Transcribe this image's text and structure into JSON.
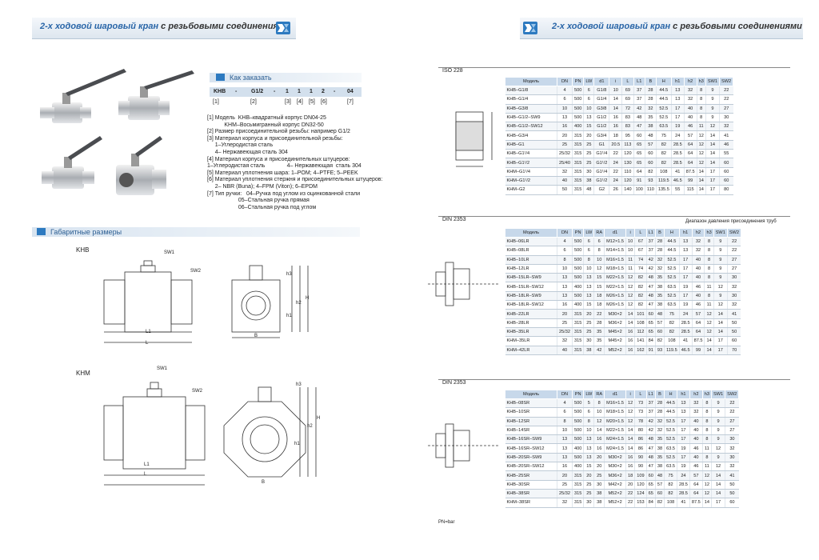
{
  "header": {
    "title_italic": "2-х ходовой шаровый кран",
    "title_rest": "с резьбовыми соединениями"
  },
  "order": {
    "heading": "Как заказать",
    "codes": [
      "KHB",
      "-",
      "G1/2",
      "-",
      "1",
      "1",
      "1",
      "2",
      "-",
      "04"
    ],
    "numbers": [
      "[1]",
      "[2]",
      "[3]",
      "[4]",
      "[5]",
      "[6]",
      "[7]"
    ],
    "legend": "[1] Модель  KHB–квадратный корпус DN04-25\n           KHM–Восьмигранный корпус DN32-50\n[2] Размер присоединительной резьбы: например G1/2\n[3] Материал корпуса и присоединительной резьбы:\n     1–Углеродистая сталь\n     4– Нержавеющая сталь 304\n[4] Материал корпуса и присоединительных штуцеров:\n1–Углеродистая сталь              4– Нержавеющая  сталь 304\n[5] Материал уплотнения шара: 1–POM; 4–PTFE; 5–PEEK\n[6] Материал уплотнения стержня и присоединительных штуцеров:\n     2– NBR (Buna); 4–FPM (Viton); 6–EPDM\n[7] Тип ручки:   04–Ручка под углом из оцинкованной стали\n                    05–Стальная ручка прямая\n                    06–Стальная ручка под углом"
  },
  "dims": {
    "heading": "Габаритные размеры",
    "khb": "KHB",
    "khm": "KHM",
    "labels": {
      "sw1": "SW1",
      "sw2": "SW2",
      "l1": "L1",
      "l": "L",
      "b": "B",
      "h": "H",
      "h1": "h1",
      "h2": "h2",
      "h3": "h3"
    }
  },
  "right": {
    "iso_label": "ISO 228",
    "din1_label": "DIN 2353",
    "din2_label": "DIN 2353",
    "pressure_note": "Диапазон давления присоединения труб",
    "pn_note": "PN=bar",
    "table_iso": {
      "headers": [
        "Модель",
        "DN",
        "PN",
        "LW",
        "d1",
        "i",
        "L",
        "L1",
        "B",
        "H",
        "h1",
        "h2",
        "h3",
        "SW1",
        "SW2"
      ],
      "rows": [
        [
          "KHB–G1/8",
          "4",
          "500",
          "6",
          "G1/8",
          "10",
          "69",
          "37",
          "28",
          "44.5",
          "13",
          "32",
          "8",
          "9",
          "22"
        ],
        [
          "KHB–G1/4",
          "6",
          "500",
          "6",
          "G1/4",
          "14",
          "69",
          "37",
          "28",
          "44.5",
          "13",
          "32",
          "8",
          "9",
          "22"
        ],
        [
          "KHB–G3/8",
          "10",
          "500",
          "10",
          "G3/8",
          "14",
          "72",
          "42",
          "32",
          "52.5",
          "17",
          "40",
          "8",
          "9",
          "27"
        ],
        [
          "KHB–G1/2–SW9",
          "13",
          "500",
          "13",
          "G1/2",
          "16",
          "83",
          "48",
          "35",
          "52.5",
          "17",
          "40",
          "8",
          "9",
          "30"
        ],
        [
          "KHB–G1/2–SW12",
          "16",
          "400",
          "15",
          "G1/2",
          "16",
          "83",
          "47",
          "38",
          "63.5",
          "19",
          "46",
          "11",
          "12",
          "32"
        ],
        [
          "KHB–G3/4",
          "20",
          "315",
          "20",
          "G3/4",
          "18",
          "95",
          "60",
          "48",
          "75",
          "24",
          "57",
          "12",
          "14",
          "41"
        ],
        [
          "KHB–G1",
          "25",
          "315",
          "25",
          "G1",
          "20.5",
          "113",
          "65",
          "57",
          "82",
          "28.5",
          "64",
          "12",
          "14",
          "46"
        ],
        [
          "KHB–G1¹/4",
          "25/32",
          "315",
          "25",
          "G1¹/4",
          "22",
          "120",
          "65",
          "60",
          "82",
          "28.5",
          "64",
          "12",
          "14",
          "55"
        ],
        [
          "KHB–G1¹/2",
          "25/40",
          "315",
          "25",
          "G1¹/2",
          "24",
          "130",
          "65",
          "60",
          "82",
          "28.5",
          "64",
          "12",
          "14",
          "60"
        ],
        [
          "KHM–G1¹/4",
          "32",
          "315",
          "30",
          "G1¹/4",
          "22",
          "110",
          "64",
          "82",
          "108",
          "41",
          "87.5",
          "14",
          "17",
          "60"
        ],
        [
          "KHM–G1¹/2",
          "40",
          "315",
          "38",
          "G1¹/2",
          "24",
          "120",
          "91",
          "93",
          "119.5",
          "46.5",
          "99",
          "14",
          "17",
          "60"
        ],
        [
          "KHM–G2",
          "50",
          "315",
          "48",
          "G2",
          "26",
          "140",
          "100",
          "110",
          "135.5",
          "55",
          "115",
          "14",
          "17",
          "80"
        ]
      ]
    },
    "table_lr": {
      "headers": [
        "Модель",
        "DN",
        "PN",
        "LW",
        "RA",
        "d1",
        "i",
        "L",
        "L1",
        "B",
        "H",
        "h1",
        "h2",
        "h3",
        "SW1",
        "SW2"
      ],
      "rows": [
        [
          "KHB–06LR",
          "4",
          "500",
          "6",
          "6",
          "M12×1.5",
          "10",
          "67",
          "37",
          "28",
          "44.5",
          "13",
          "32",
          "8",
          "9",
          "22"
        ],
        [
          "KHB–08LR",
          "6",
          "500",
          "6",
          "8",
          "M14×1.5",
          "10",
          "67",
          "37",
          "28",
          "44.5",
          "13",
          "32",
          "8",
          "9",
          "22"
        ],
        [
          "KHB–10LR",
          "8",
          "500",
          "8",
          "10",
          "M16×1.5",
          "11",
          "74",
          "42",
          "32",
          "52.5",
          "17",
          "40",
          "8",
          "9",
          "27"
        ],
        [
          "KHB–12LR",
          "10",
          "500",
          "10",
          "12",
          "M18×1.5",
          "11",
          "74",
          "42",
          "32",
          "52.5",
          "17",
          "40",
          "8",
          "9",
          "27"
        ],
        [
          "KHB–15LR–SW9",
          "13",
          "500",
          "13",
          "15",
          "M22×1.5",
          "12",
          "82",
          "48",
          "35",
          "52.5",
          "17",
          "40",
          "8",
          "9",
          "30"
        ],
        [
          "KHB–15LR–SW12",
          "13",
          "400",
          "13",
          "15",
          "M22×1.5",
          "12",
          "82",
          "47",
          "38",
          "63.5",
          "19",
          "46",
          "11",
          "12",
          "32"
        ],
        [
          "KHB–18LR–SW9",
          "13",
          "500",
          "13",
          "18",
          "M26×1.5",
          "12",
          "82",
          "48",
          "35",
          "52.5",
          "17",
          "40",
          "8",
          "9",
          "30"
        ],
        [
          "KHB–18LR–SW12",
          "16",
          "400",
          "15",
          "18",
          "M26×1.5",
          "12",
          "82",
          "47",
          "38",
          "63.5",
          "19",
          "46",
          "11",
          "12",
          "32"
        ],
        [
          "KHB–22LR",
          "20",
          "315",
          "20",
          "22",
          "M30×2",
          "14",
          "101",
          "60",
          "48",
          "75",
          "24",
          "57",
          "12",
          "14",
          "41"
        ],
        [
          "KHB–28LR",
          "25",
          "315",
          "25",
          "28",
          "M36×2",
          "14",
          "108",
          "65",
          "57",
          "82",
          "28.5",
          "64",
          "12",
          "14",
          "50"
        ],
        [
          "KHB–35LR",
          "25/32",
          "315",
          "25",
          "35",
          "M45×2",
          "16",
          "112",
          "65",
          "60",
          "82",
          "28.5",
          "64",
          "12",
          "14",
          "50"
        ],
        [
          "KHM–35LR",
          "32",
          "315",
          "30",
          "35",
          "M45×2",
          "16",
          "141",
          "84",
          "82",
          "108",
          "41",
          "87.5",
          "14",
          "17",
          "60"
        ],
        [
          "KHM–42LR",
          "40",
          "315",
          "38",
          "42",
          "M52×2",
          "16",
          "162",
          "91",
          "93",
          "119.5",
          "46.5",
          "99",
          "14",
          "17",
          "70"
        ]
      ]
    },
    "table_sr": {
      "headers": [
        "Модель",
        "DN",
        "PN",
        "LW",
        "RA",
        "d1",
        "i",
        "L",
        "L1",
        "B",
        "H",
        "h1",
        "h2",
        "h3",
        "SW1",
        "SW2"
      ],
      "rows": [
        [
          "KHB–08SR",
          "4",
          "500",
          "5",
          "8",
          "M16×1.5",
          "12",
          "73",
          "37",
          "28",
          "44.5",
          "13",
          "32",
          "8",
          "9",
          "22"
        ],
        [
          "KHB–10SR",
          "6",
          "500",
          "6",
          "10",
          "M18×1.5",
          "12",
          "73",
          "37",
          "28",
          "44.5",
          "13",
          "32",
          "8",
          "9",
          "22"
        ],
        [
          "KHB–12SR",
          "8",
          "500",
          "8",
          "12",
          "M20×1.5",
          "12",
          "78",
          "42",
          "32",
          "52.5",
          "17",
          "40",
          "8",
          "9",
          "27"
        ],
        [
          "KHB–14SR",
          "10",
          "500",
          "10",
          "14",
          "M22×1.5",
          "14",
          "80",
          "42",
          "32",
          "52.5",
          "17",
          "40",
          "8",
          "9",
          "27"
        ],
        [
          "KHB–16SR–SW9",
          "13",
          "500",
          "13",
          "16",
          "M24×1.5",
          "14",
          "86",
          "48",
          "35",
          "52.5",
          "17",
          "40",
          "8",
          "9",
          "30"
        ],
        [
          "KHB–16SR–SW12",
          "13",
          "400",
          "13",
          "16",
          "M24×1.5",
          "14",
          "86",
          "47",
          "38",
          "63.5",
          "19",
          "46",
          "11",
          "12",
          "32"
        ],
        [
          "KHB–20SR–SW9",
          "13",
          "500",
          "13",
          "20",
          "M30×2",
          "16",
          "90",
          "48",
          "35",
          "52.5",
          "17",
          "40",
          "8",
          "9",
          "30"
        ],
        [
          "KHB–20SR–SW12",
          "16",
          "400",
          "15",
          "20",
          "M30×2",
          "16",
          "90",
          "47",
          "38",
          "63.5",
          "19",
          "46",
          "11",
          "12",
          "32"
        ],
        [
          "KHB–25SR",
          "20",
          "315",
          "20",
          "25",
          "M36×2",
          "18",
          "109",
          "60",
          "48",
          "75",
          "24",
          "57",
          "12",
          "14",
          "41"
        ],
        [
          "KHB–30SR",
          "25",
          "315",
          "25",
          "30",
          "M42×2",
          "20",
          "120",
          "65",
          "57",
          "82",
          "28.5",
          "64",
          "12",
          "14",
          "50"
        ],
        [
          "KHB–38SR",
          "25/32",
          "315",
          "25",
          "38",
          "M52×2",
          "22",
          "124",
          "65",
          "60",
          "82",
          "28.5",
          "64",
          "12",
          "14",
          "50"
        ],
        [
          "KHM–38SR",
          "32",
          "315",
          "30",
          "38",
          "M52×2",
          "22",
          "153",
          "84",
          "82",
          "108",
          "41",
          "87.5",
          "14",
          "17",
          "60"
        ]
      ]
    }
  }
}
